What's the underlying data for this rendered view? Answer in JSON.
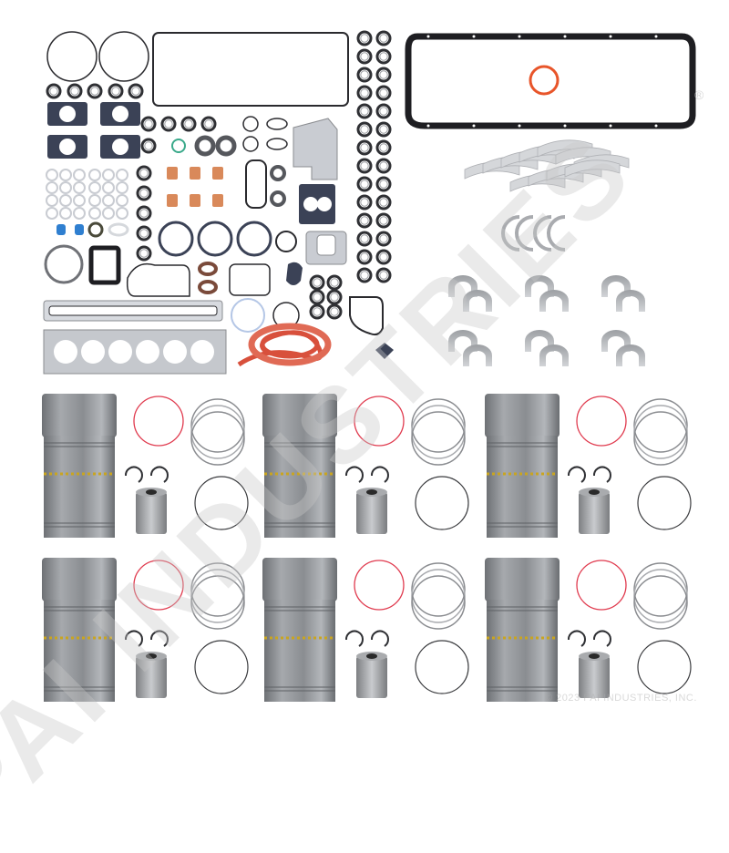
{
  "image": {
    "description": "Engine overhaul kit product photo: gasket set, oil pan gasket, main & rod bearings, thrust washers, six cylinder liner kits with rings, pins and retainers",
    "background": "#ffffff"
  },
  "watermark": {
    "text": "PAI INDUSTRIES",
    "registered_mark": "®",
    "copyright": "© 2023 PAI INDUSTRIES, INC."
  },
  "colors": {
    "gasket_dark": "#2a2a2e",
    "gasket_blue": "#3b4256",
    "gasket_silver": "#c9ccd2",
    "seal_orange": "#e8552a",
    "copper": "#d9895a",
    "red_seal_strip": "#d8503c",
    "liner_steel": "#8c8f93",
    "bearing": "#b9bcc0",
    "red_oring": "#e03a4e",
    "blue_seal": "#2f7fd0"
  },
  "components": {
    "upper_gasket_set": {
      "label": "Upper gasket set"
    },
    "oil_pan_gasket": {
      "label": "Oil pan gasket"
    },
    "main_bearings": {
      "count": 14
    },
    "thrust_washers": {
      "count": 4
    },
    "rod_bearings": {
      "count": 12
    },
    "cylinder_kits": {
      "count": 6
    }
  }
}
